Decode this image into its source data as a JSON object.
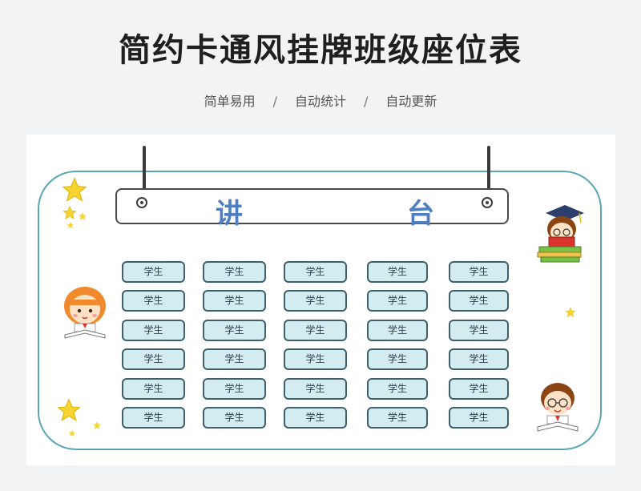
{
  "header": {
    "title": "简约卡通风挂牌班级座位表",
    "tags": [
      "简单易用",
      "自动统计",
      "自动更新"
    ],
    "separator": "/"
  },
  "podium": {
    "char1": "讲",
    "char2": "台"
  },
  "seats": {
    "columns": 5,
    "rows": 6,
    "label": "学生",
    "labels": [
      [
        "学生",
        "学生",
        "学生",
        "学生",
        "学生"
      ],
      [
        "学生",
        "学生",
        "学生",
        "学生",
        "学生"
      ],
      [
        "学生",
        "学生",
        "学生",
        "学生",
        "学生"
      ],
      [
        "学生",
        "学生",
        "学生",
        "学生",
        "学生"
      ],
      [
        "学生",
        "学生",
        "学生",
        "学生",
        "学生"
      ],
      [
        "学生",
        "学生",
        "学生",
        "学生",
        "学生"
      ]
    ]
  },
  "colors": {
    "seat_fill": "#d3ecef",
    "seat_border": "#3f5f6a",
    "board_border": "#5aa6b4",
    "podium_text": "#4f7fc0",
    "star": "#f7d531"
  },
  "decorations": [
    "star-icon",
    "girl-reading-icon",
    "boy-graduate-icon",
    "boy-glasses-icon"
  ]
}
